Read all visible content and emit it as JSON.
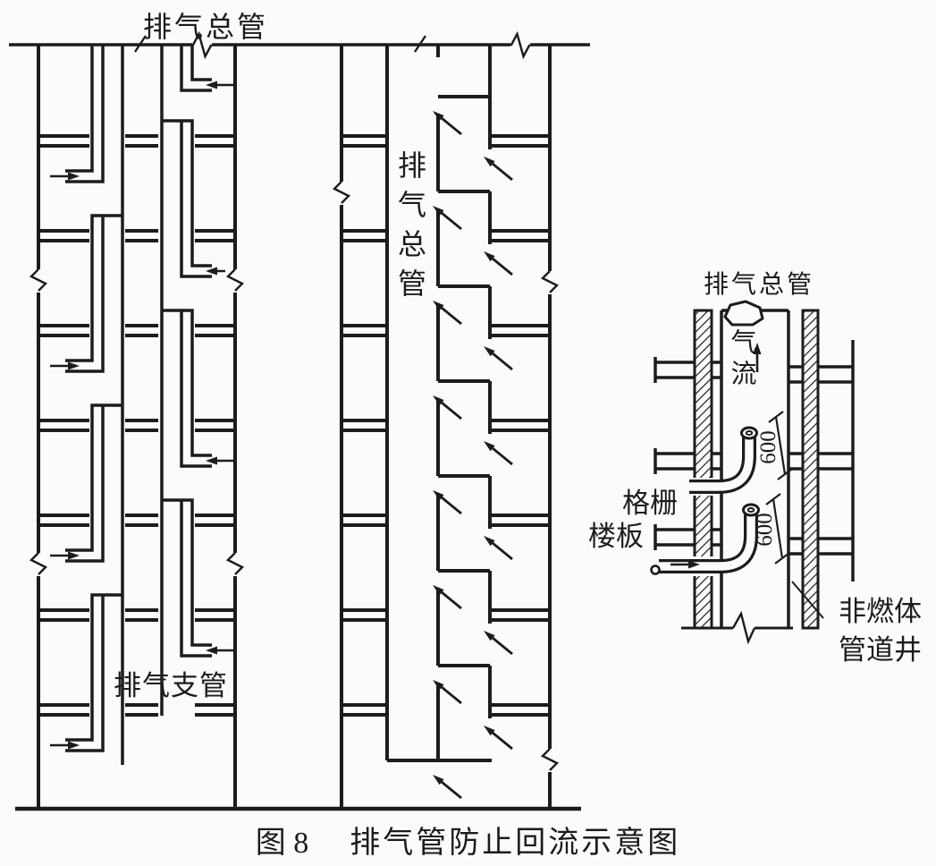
{
  "figure": {
    "caption_fig_no": "图 8",
    "caption_title": "排气管防止回流示意图",
    "ink_color": "#1c1c1c",
    "paper_color": "#fbfbf9"
  },
  "left_section": {
    "main_duct_label": "排气总管",
    "branch_duct_label": "排气支管"
  },
  "middle_section": {
    "main_duct_label_vertical": "排气总管"
  },
  "detail_section": {
    "main_duct_label": "排气总管",
    "airflow_label": "气流",
    "grille_label": "格栅",
    "floor_slab_label": "楼板",
    "shaft_label_line1": "非燃体",
    "shaft_label_line2": "管道井",
    "dimension_upper": "600",
    "dimension_lower": "600"
  }
}
